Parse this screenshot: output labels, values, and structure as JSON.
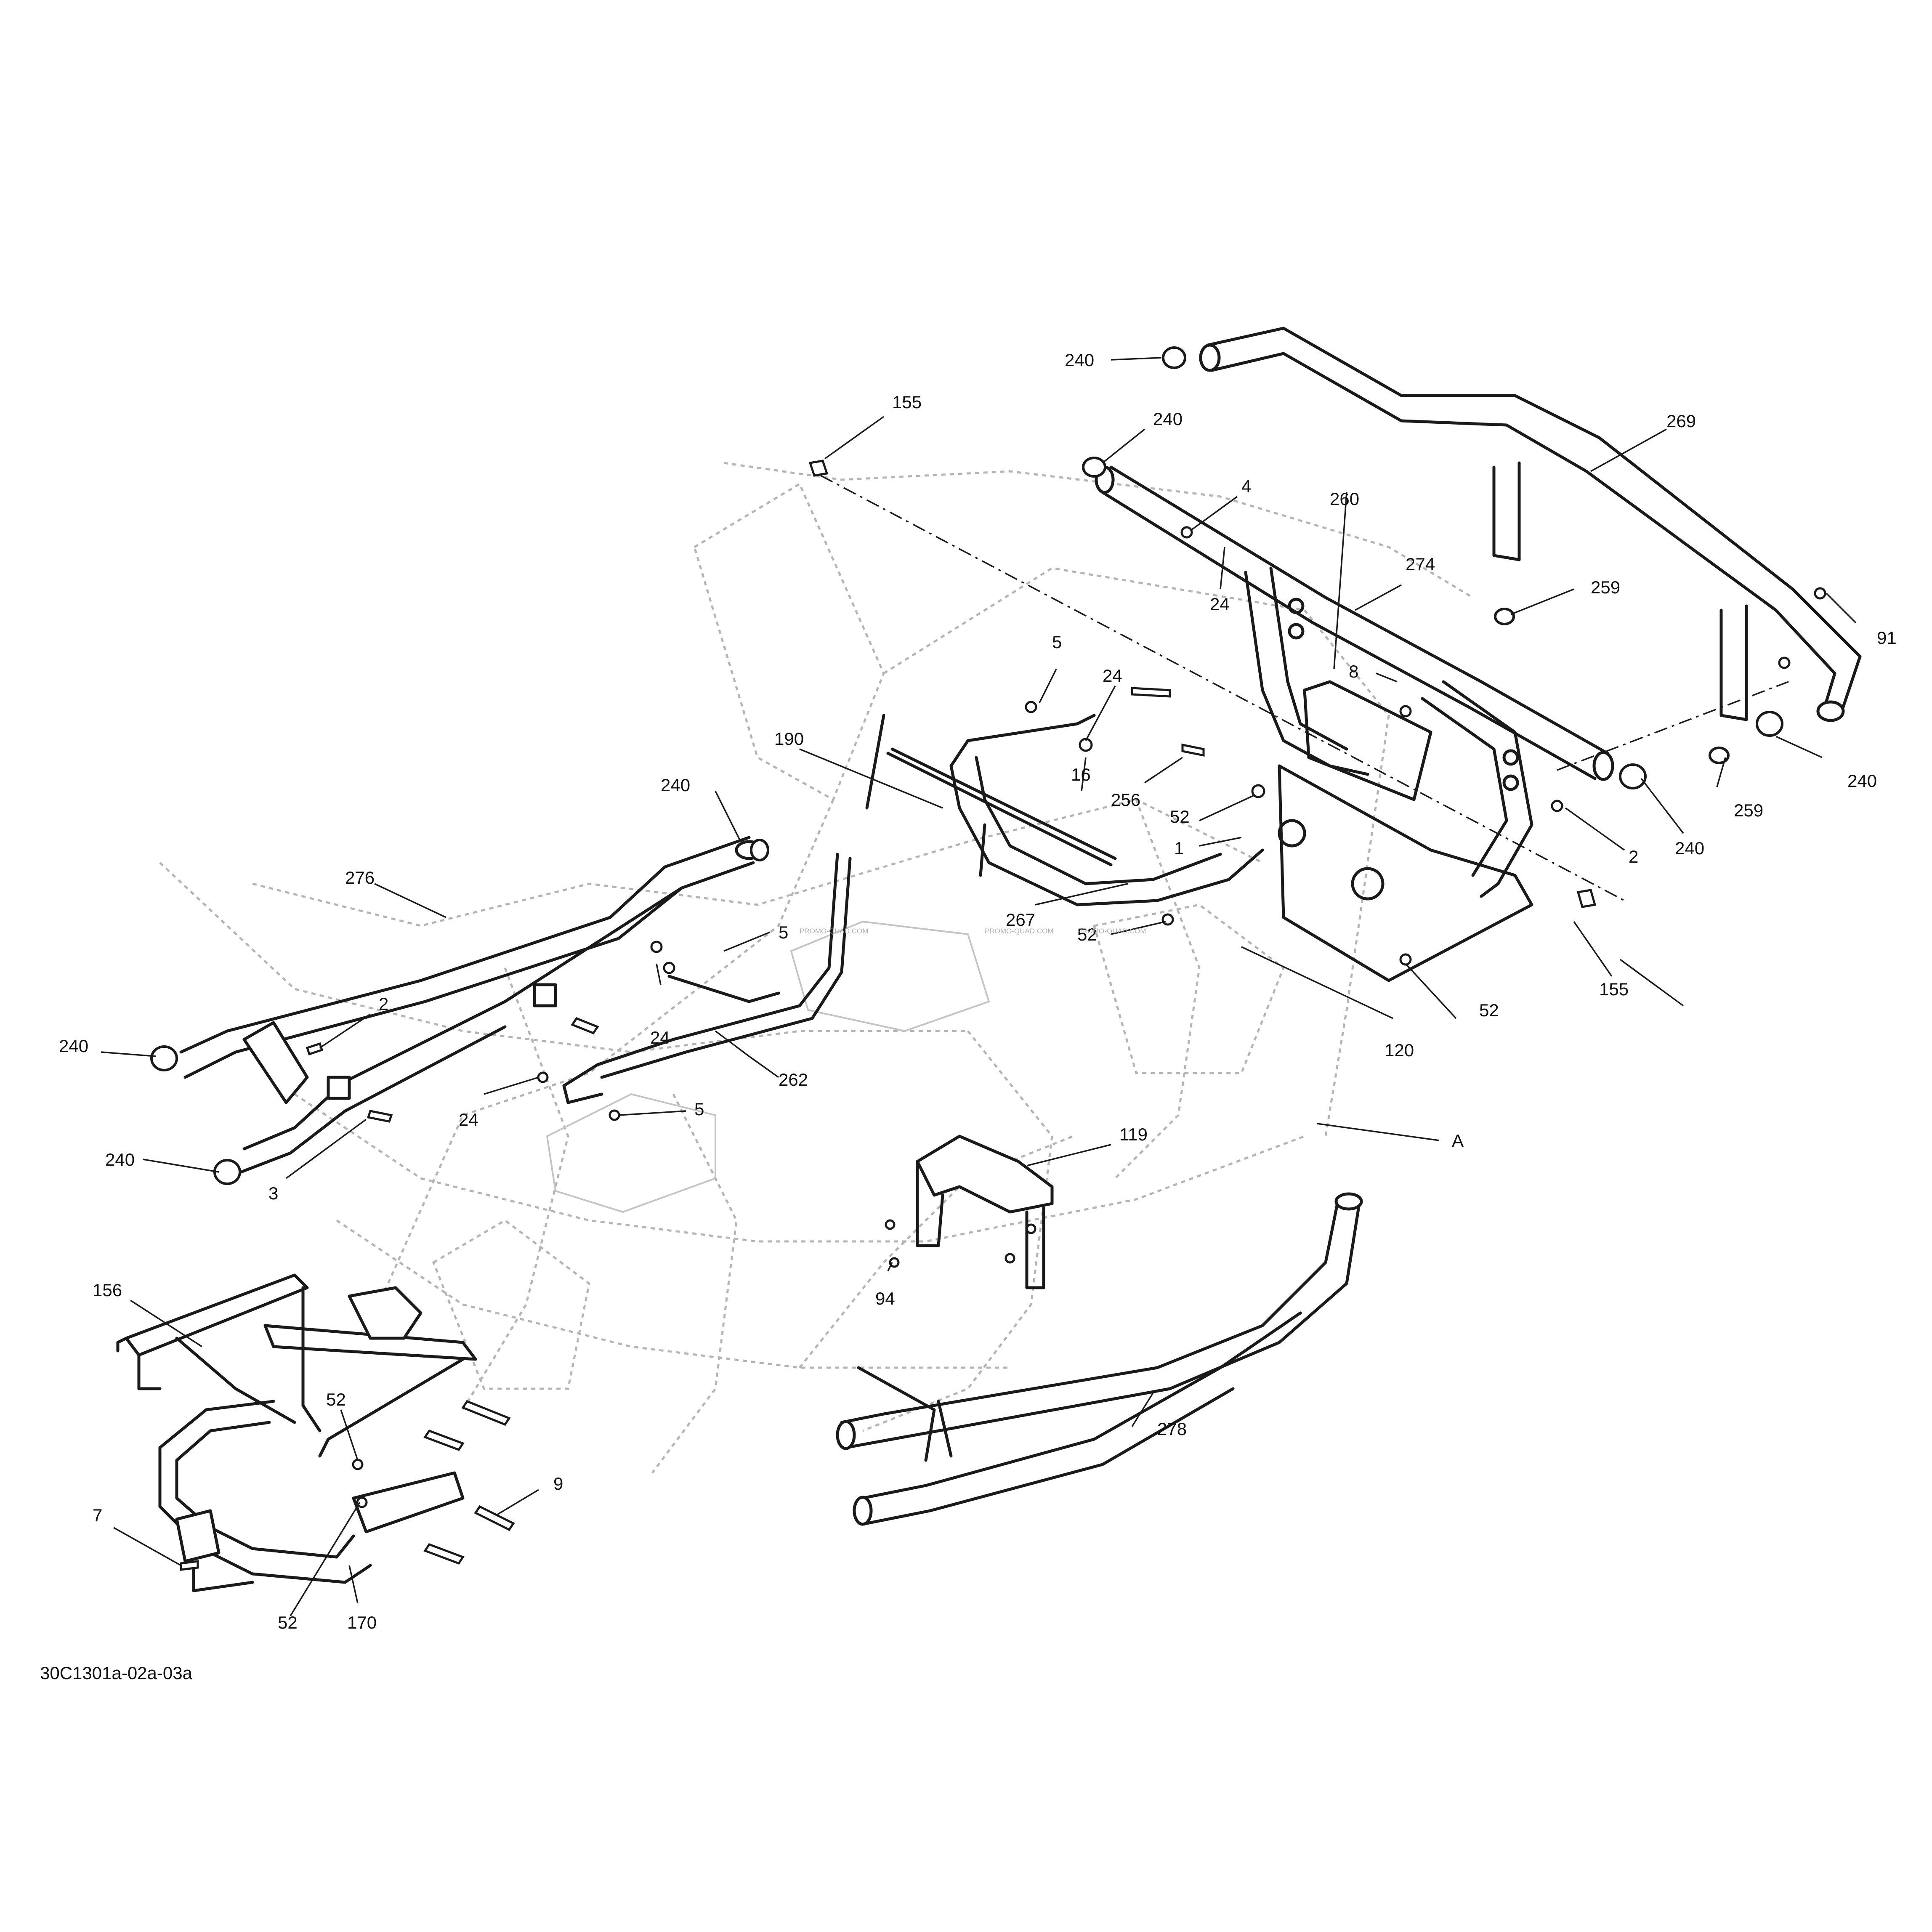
{
  "diagram": {
    "reference_code": "30C1301a-02a-03a",
    "watermark": "PROMO-QUAD.COM",
    "callouts": {
      "c155a": "155",
      "c240a": "240",
      "c240b": "240",
      "c4": "4",
      "c260": "260",
      "c269": "269",
      "c274": "274",
      "c24a": "24",
      "c259a": "259",
      "c91": "91",
      "c5a": "5",
      "c24b": "24",
      "c8": "8",
      "c190": "190",
      "c16": "16",
      "c256": "256",
      "c52a": "52",
      "c240c": "240",
      "c240d": "240",
      "c259b": "259",
      "c1": "1",
      "c2a": "2",
      "c240e": "240",
      "c276": "276",
      "c5b": "5",
      "c267": "267",
      "c52b": "52",
      "c155b": "155",
      "c52c": "52",
      "c240f": "240",
      "c2b": "2",
      "c24c": "24",
      "c262": "262",
      "c120": "120",
      "c24d": "24",
      "c5c": "5",
      "cA": "A",
      "c240g": "240",
      "c3": "3",
      "c119": "119",
      "c94": "94",
      "c156": "156",
      "c52d": "52",
      "c278": "278",
      "c9": "9",
      "c7": "7",
      "c52e": "52",
      "c170": "170"
    }
  }
}
